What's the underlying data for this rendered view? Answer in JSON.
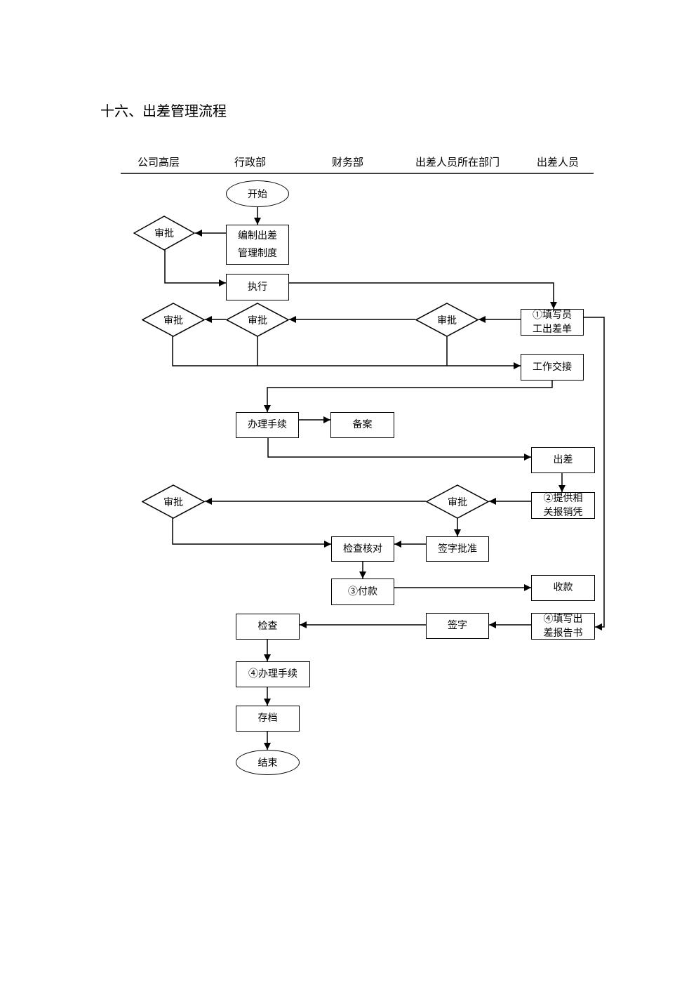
{
  "title": "十六、出差管理流程",
  "lanes": [
    "公司高层",
    "行政部",
    "财务部",
    "出差人员所在部门",
    "出差人员"
  ],
  "nodes": {
    "start": "开始",
    "compile": [
      "编制出差",
      "管理制度"
    ],
    "execute": "执行",
    "approve": "审批",
    "fill_form": [
      "①填写员",
      "工出差单"
    ],
    "handover": "工作交接",
    "procedure": "办理手续",
    "record": "备案",
    "trip": "出差",
    "provide_voucher": [
      "②提供相",
      "关报销凭"
    ],
    "sign_approve": "签字批准",
    "verify": "检查核对",
    "payment": "③付款",
    "receive": "收款",
    "fill_report": [
      "④填写出",
      "差报告书"
    ],
    "sign": "签字",
    "inspect": "检查",
    "procedure2": "④办理手续",
    "archive": "存档",
    "end": "结束"
  }
}
